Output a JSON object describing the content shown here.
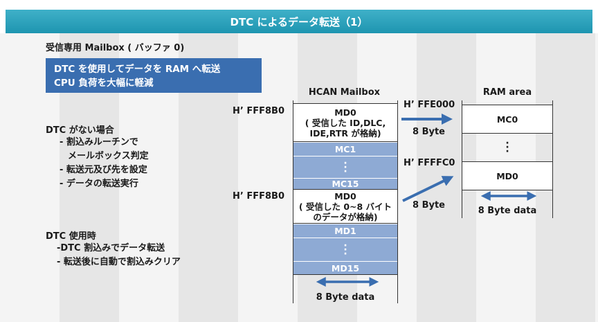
{
  "title": "DTC によるデータ転送（1）",
  "subtitle": "受信専用 Mailbox ( バッファ 0)",
  "highlight": [
    "DTC を使用してデータを RAM へ転送",
    "CPU 負荷を大幅に軽減"
  ],
  "no_dtc": {
    "heading": "DTC がない場合",
    "items": [
      "- 割込みルーチンで",
      "メールボックス判定",
      "- 転送元及び先を設定",
      "- データの転送実行"
    ]
  },
  "dtc_use": {
    "heading": "DTC 使用時",
    "items": [
      "-DTC 割込みでデータ転送",
      "- 転送後に自動で割込みクリア"
    ]
  },
  "hcan": {
    "header": "HCAN Mailbox",
    "addr1": "H’ FFF8B0",
    "addr2": "H’ FFF8B0",
    "md0_a": [
      "MD0",
      "( 受信した ID,DLC,",
      "IDE,RTR が格納)"
    ],
    "mc1": "MC1",
    "mc15": "MC15",
    "md0_b": [
      "MD0",
      "( 受信した 0~8 バイト",
      "のデータが格納)"
    ],
    "md1": "MD1",
    "md15": "MD15",
    "width_label": "8 Byte data"
  },
  "ram": {
    "header": "RAM area",
    "addr1": "H’ FFE000",
    "addr2": "H’ FFFFC0",
    "mc0": "MC0",
    "md0": "MD0",
    "width_label": "8 Byte data"
  },
  "transfer": {
    "label1": "8 Byte",
    "label2": "8 Byte"
  },
  "colors": {
    "banner": "#2aa3bd",
    "box": "#3a6eb0",
    "cell_blue": "#8eaad4",
    "arrow": "#3a6eb0"
  }
}
